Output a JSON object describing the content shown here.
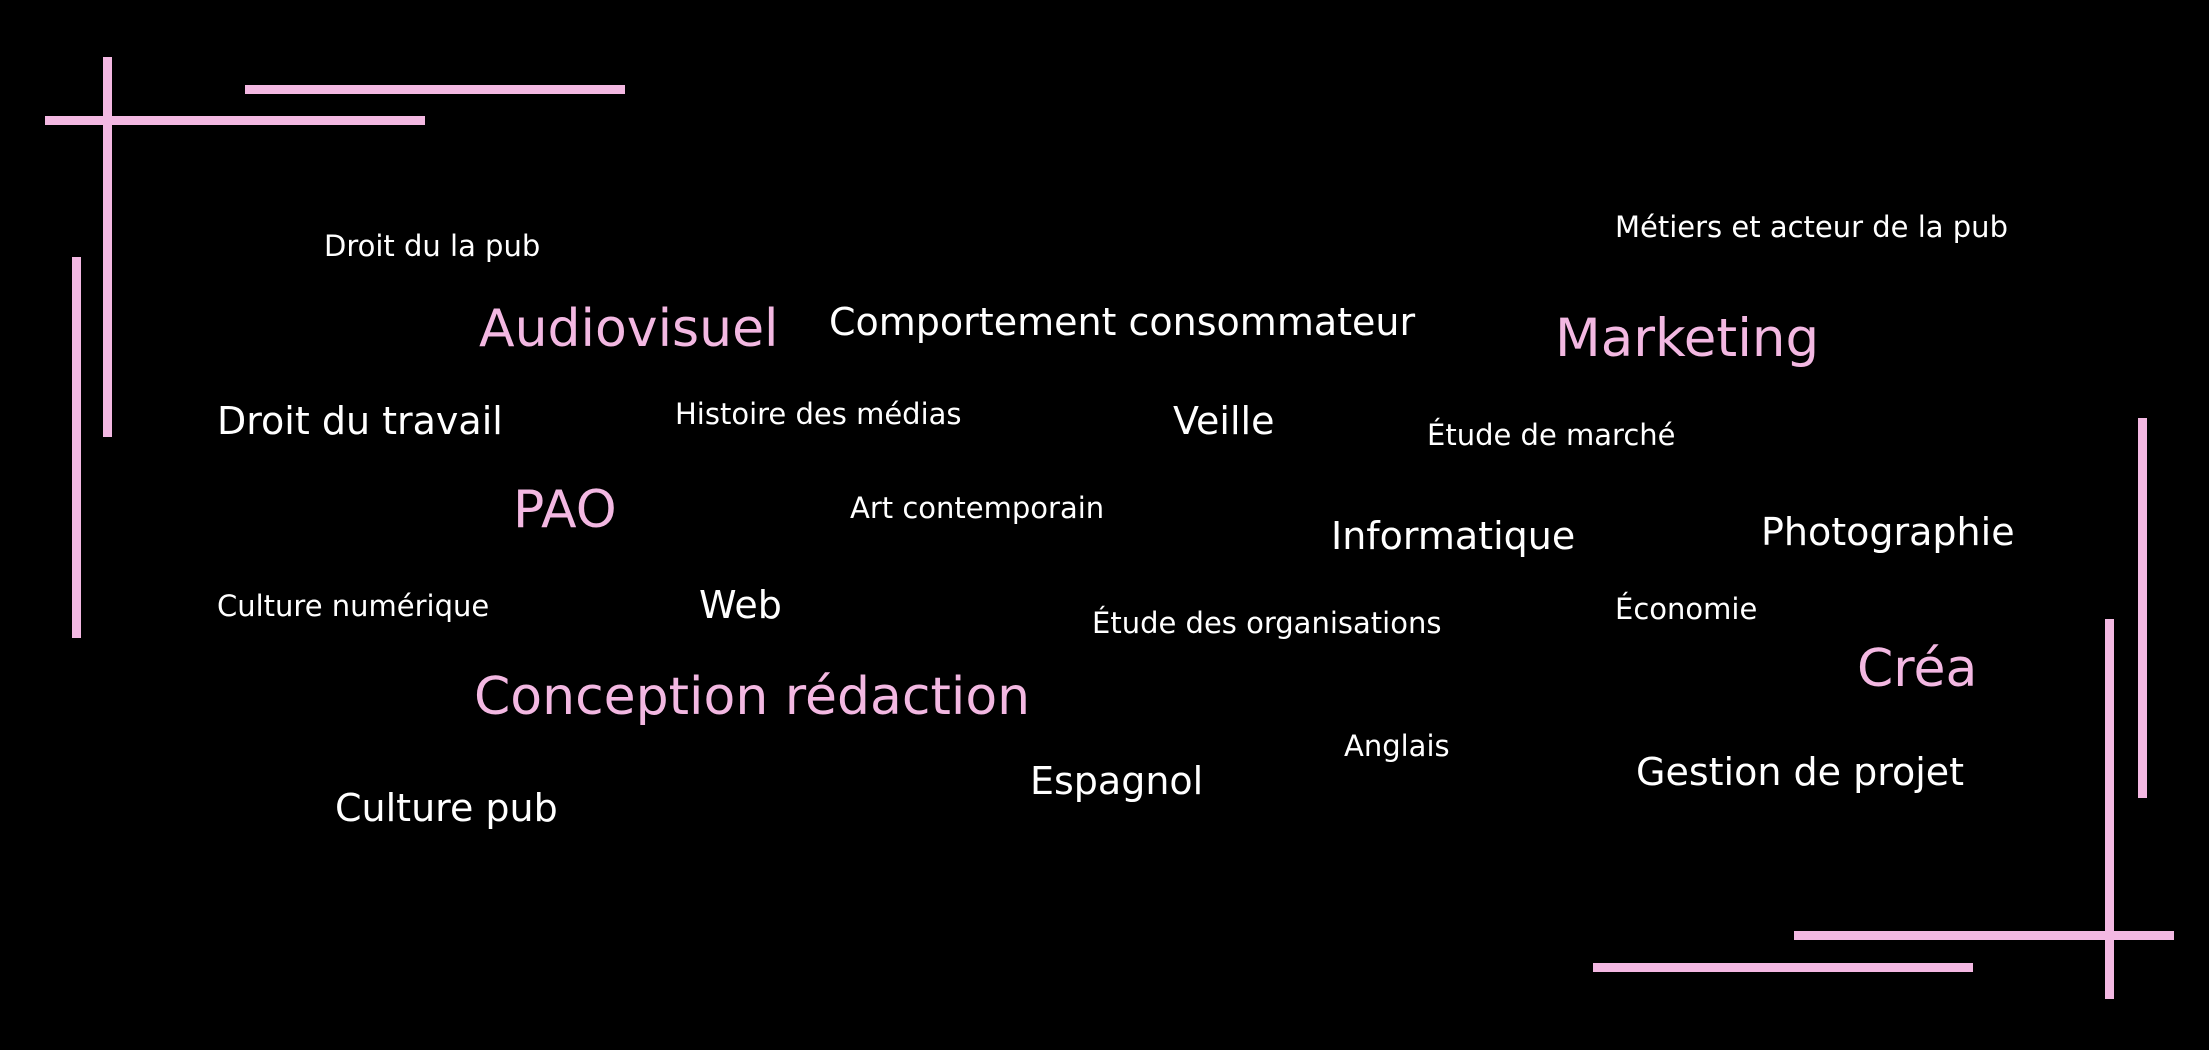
{
  "colors": {
    "background": "#000000",
    "accent_pink": "#F3B8E2",
    "text_white": "#FFFFFF"
  },
  "words": {
    "droit_pub": "Droit du la pub",
    "metiers": "Métiers et acteur de la pub",
    "audiovisuel": "Audiovisuel",
    "comportement": "Comportement consommateur",
    "marketing": "Marketing",
    "droit_travail": "Droit du travail",
    "histoire_medias": "Histoire des médias",
    "veille": "Veille",
    "etude_marche": "Étude de marché",
    "pao": "PAO",
    "art_contemporain": "Art contemporain",
    "informatique": "Informatique",
    "photographie": "Photographie",
    "culture_numerique": "Culture numérique",
    "web": "Web",
    "etude_organisations": "Étude des organisations",
    "economie": "Économie",
    "crea": "Créa",
    "conception_redaction": "Conception rédaction",
    "anglais": "Anglais",
    "gestion_projet": "Gestion de projet",
    "espagnol": "Espagnol",
    "culture_pub": "Culture pub"
  }
}
